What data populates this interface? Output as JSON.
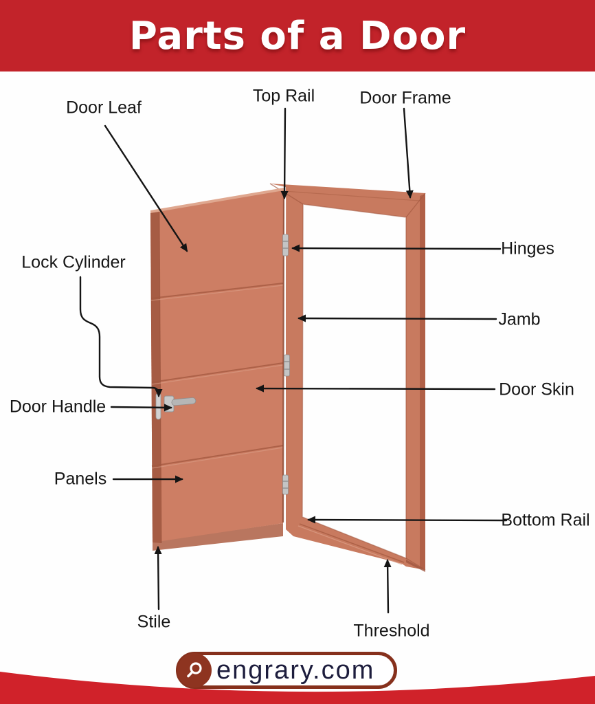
{
  "header": {
    "title": "Parts of a Door"
  },
  "diagram": {
    "subject": "door-parts-infographic",
    "labels": {
      "door_leaf": "Door Leaf",
      "top_rail": "Top Rail",
      "door_frame": "Door Frame",
      "hinges": "Hinges",
      "jamb": "Jamb",
      "door_skin": "Door Skin",
      "lock_cylinder": "Lock Cylinder",
      "door_handle": "Door Handle",
      "panels": "Panels",
      "bottom_rail": "Bottom Rail",
      "stile": "Stile",
      "threshold": "Threshold"
    }
  },
  "footer": {
    "site_name": "engrary.com",
    "logo_icon": "search-icon"
  },
  "colors": {
    "banner_red": "#c2232a",
    "wave_red": "#d0222a",
    "door_face": "#cd7e64",
    "door_stile_edge": "#a65c44",
    "frame_wood": "#c87a5f",
    "groove_dark": "#a2583f",
    "arrow_black": "#141414",
    "logo_ring_brown": "#86301c",
    "logo_badge_red": "#8e3420",
    "logo_text_navy": "#1d1d3d",
    "hardware_gray": "#c4c4c4"
  }
}
